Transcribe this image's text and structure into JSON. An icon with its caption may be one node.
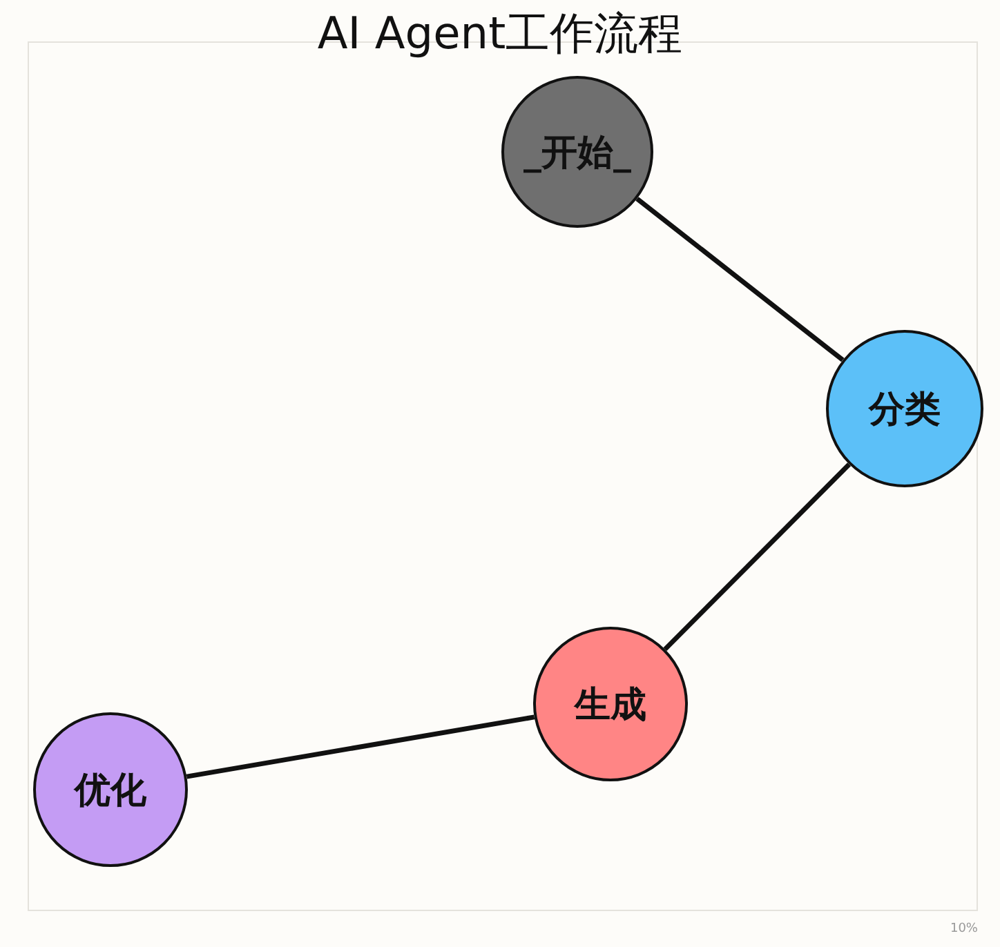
{
  "diagram": {
    "title": "AI Agent工作流程",
    "nodes": [
      {
        "text": [
          "_开始_"
        ]
      },
      {
        "text": [
          "分类"
        ]
      },
      {
        "text": [
          "生成"
        ]
      },
      {
        "text": [
          "优化"
        ]
      }
    ],
    "edges": [
      {
        "from": 0,
        "to": 1,
        "arrow": "none"
      },
      {
        "from": 1,
        "to": 2,
        "arrow": "none"
      },
      {
        "from": 2,
        "to": 3,
        "arrow": "none"
      }
    ],
    "labels": [
      "10%"
    ]
  }
}
